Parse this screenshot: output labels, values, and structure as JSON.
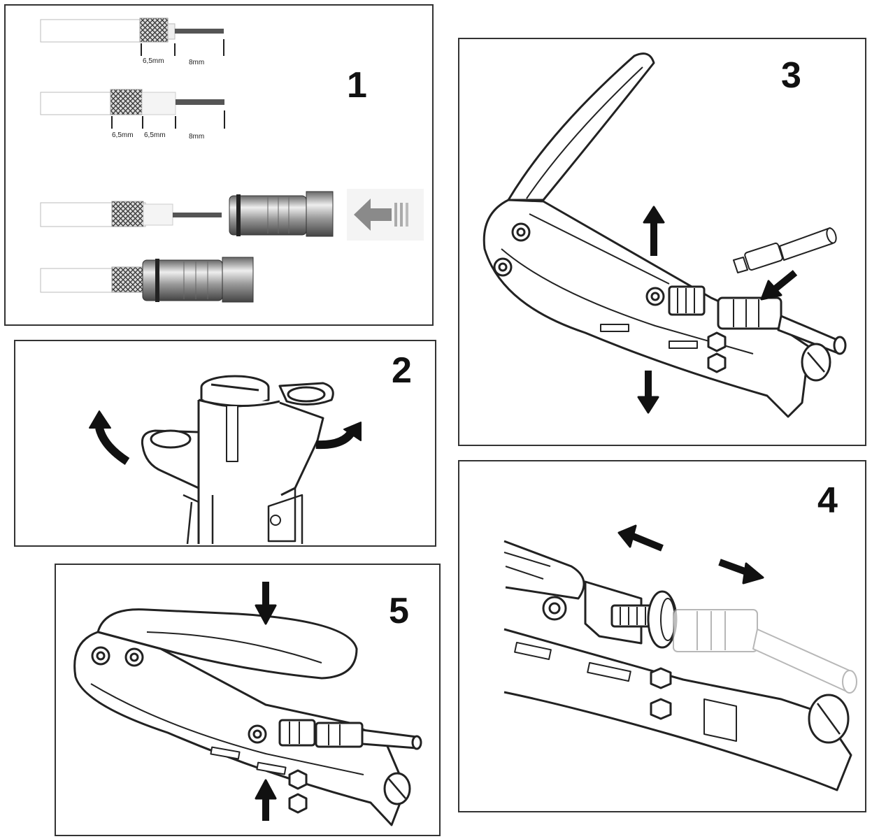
{
  "panels": [
    {
      "step": "1"
    },
    {
      "step": "2"
    },
    {
      "step": "3"
    },
    {
      "step": "4"
    },
    {
      "step": "5"
    }
  ],
  "step1": {
    "row1": {
      "dim_a": "6,5mm",
      "dim_b": "8mm"
    },
    "row2": {
      "dim_a": "6,5mm",
      "dim_b": "6,5mm",
      "dim_c": "8mm"
    }
  },
  "colors": {
    "line": "#222222",
    "panel_border": "#333333",
    "metal": "#b9b9b9"
  }
}
